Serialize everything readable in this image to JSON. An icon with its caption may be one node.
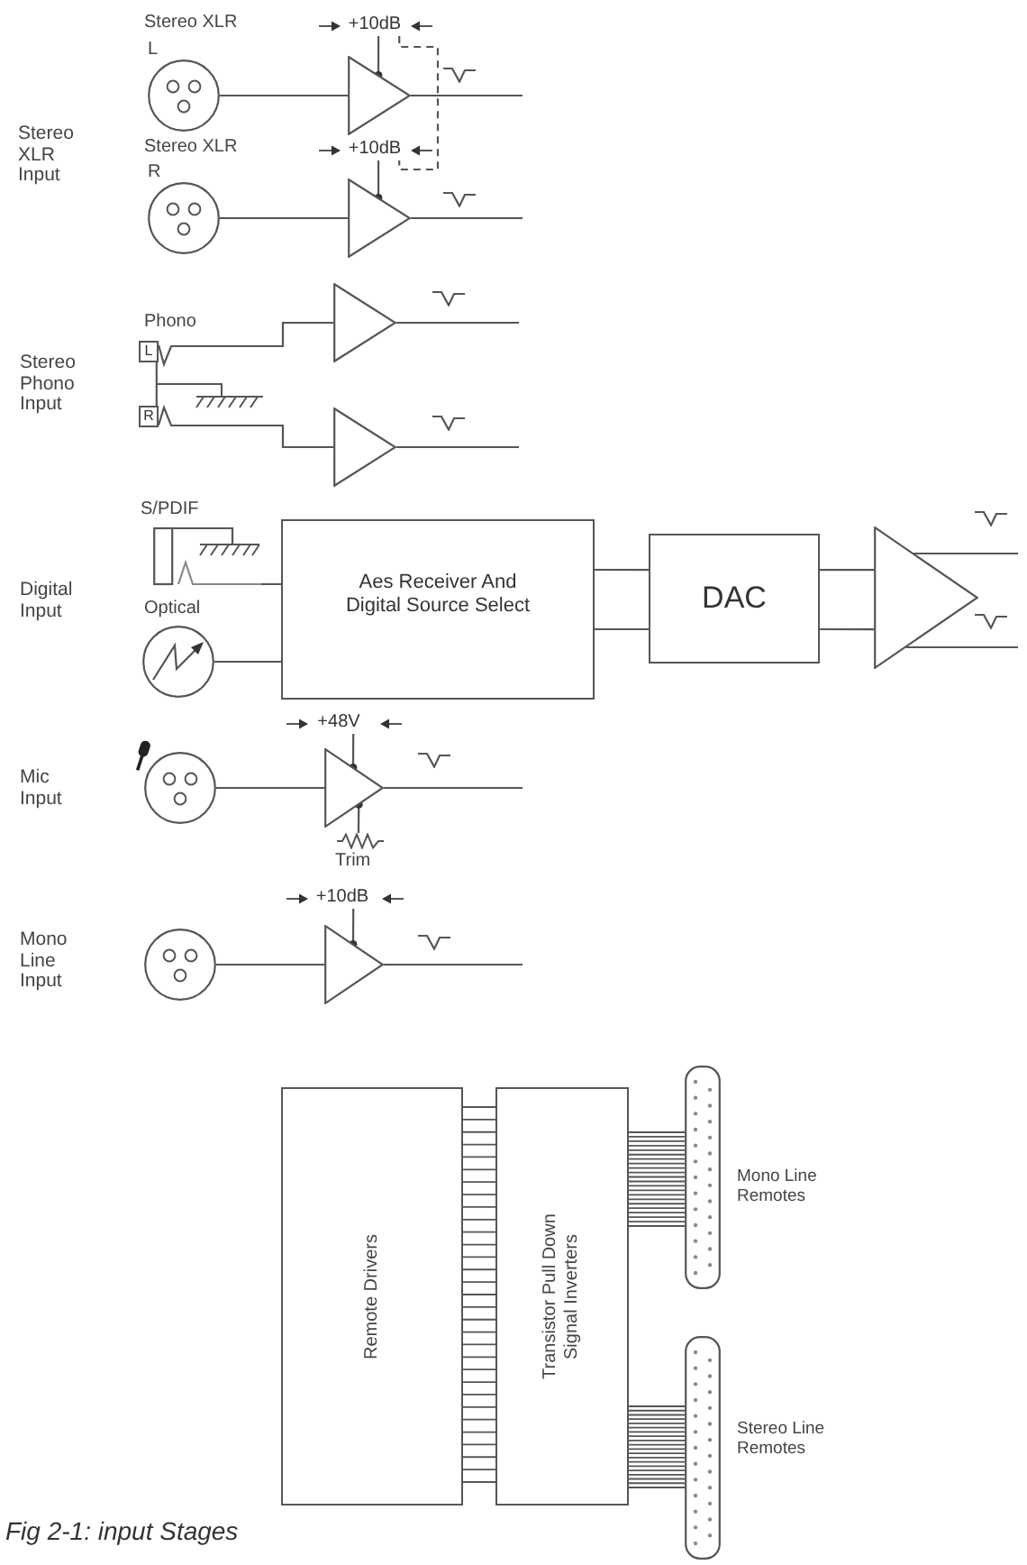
{
  "diagram": {
    "caption": "Fig 2-1: input Stages",
    "nodes": [
      {
        "text": [],
        "shape": "circle",
        "beside": [
          "Stereo XLR",
          "L"
        ]
      },
      {
        "text": [
          "+10dB"
        ]
      },
      {
        "text": [],
        "shape": "triangle"
      },
      {
        "text": [],
        "shape": "circle",
        "beside": [
          "Stereo XLR",
          "R"
        ]
      },
      {
        "text": [
          "+10dB"
        ]
      },
      {
        "text": [],
        "shape": "triangle"
      },
      {
        "text": [
          "L"
        ],
        "beside": [
          "Phono"
        ]
      },
      {
        "text": [],
        "shape": "triangle"
      },
      {
        "text": [
          "R"
        ]
      },
      {
        "text": [],
        "shape": "triangle"
      },
      {
        "text": [],
        "shape": "picture",
        "beside": [
          "S/PDIF"
        ]
      },
      {
        "text": [],
        "shape": "circle",
        "beside": [
          "Optical"
        ]
      },
      {
        "text": [
          "Aes Receiver And Digital Source Select"
        ]
      },
      {
        "text": [
          "DAC"
        ]
      },
      {
        "text": [],
        "shape": "triangle"
      },
      {
        "text": [
          "+48V"
        ]
      },
      {
        "text": [],
        "shape": "circle"
      },
      {
        "text": [],
        "shape": "triangle"
      },
      {
        "text": [],
        "shape": "resistor",
        "beside": [
          "Trim"
        ]
      },
      {
        "text": [
          "+10dB"
        ]
      },
      {
        "text": [],
        "shape": "circle"
      },
      {
        "text": [],
        "shape": "triangle"
      },
      {
        "text": [],
        "shape": "connector",
        "beside": [
          "Mono Line Remotes"
        ]
      },
      {
        "text": [
          "Remote Drivers"
        ]
      },
      {
        "text": [
          "Transistor Pull Down Signal Inverters"
        ]
      },
      {
        "text": [],
        "shape": "connector",
        "beside": [
          "Stereo Line Remotes"
        ]
      }
    ],
    "edges": [
      {
        "from": 0,
        "to": 2,
        "arrow": "none"
      },
      {
        "from": 1,
        "to": 2,
        "arrow": "other"
      },
      {
        "from": 2,
        "to": null,
        "arrow": "none"
      },
      {
        "from": 1,
        "to": 4,
        "arrow": "none",
        "style": "dashed"
      },
      {
        "from": 3,
        "to": 5,
        "arrow": "none"
      },
      {
        "from": 4,
        "to": 5,
        "arrow": "other"
      },
      {
        "from": 5,
        "to": null,
        "arrow": "none"
      },
      {
        "from": 6,
        "to": 7,
        "arrow": "none"
      },
      {
        "from": 7,
        "to": null,
        "arrow": "none"
      },
      {
        "from": 6,
        "to": 8,
        "arrow": "none"
      },
      {
        "from": 8,
        "to": 9,
        "arrow": "none"
      },
      {
        "from": 9,
        "to": null,
        "arrow": "none"
      },
      {
        "from": 10,
        "to": 12,
        "arrow": "none"
      },
      {
        "from": 11,
        "to": 12,
        "arrow": "none"
      },
      {
        "from": 12,
        "to": 13,
        "arrow": "none"
      },
      {
        "from": 12,
        "to": 13,
        "arrow": "none"
      },
      {
        "from": 13,
        "to": 14,
        "arrow": "none"
      },
      {
        "from": 13,
        "to": 14,
        "arrow": "none"
      },
      {
        "from": 14,
        "to": null,
        "arrow": "none"
      },
      {
        "from": 14,
        "to": null,
        "arrow": "none"
      },
      {
        "from": 15,
        "to": 17,
        "arrow": "other"
      },
      {
        "from": 16,
        "to": 17,
        "arrow": "none"
      },
      {
        "from": 17,
        "to": null,
        "arrow": "none"
      },
      {
        "from": 18,
        "to": 17,
        "arrow": "other"
      },
      {
        "from": 19,
        "to": 21,
        "arrow": "other"
      },
      {
        "from": 20,
        "to": 21,
        "arrow": "none"
      },
      {
        "from": 21,
        "to": null,
        "arrow": "none"
      },
      {
        "from": 23,
        "to": 24,
        "arrow": "none"
      },
      {
        "from": 24,
        "to": 22,
        "arrow": "none"
      },
      {
        "from": 24,
        "to": 25,
        "arrow": "none"
      }
    ],
    "labels": [
      "Stereo XLR Input",
      "Stereo Phono Input",
      "Digital Input",
      "Mic Input",
      "Mono Line Input"
    ]
  }
}
